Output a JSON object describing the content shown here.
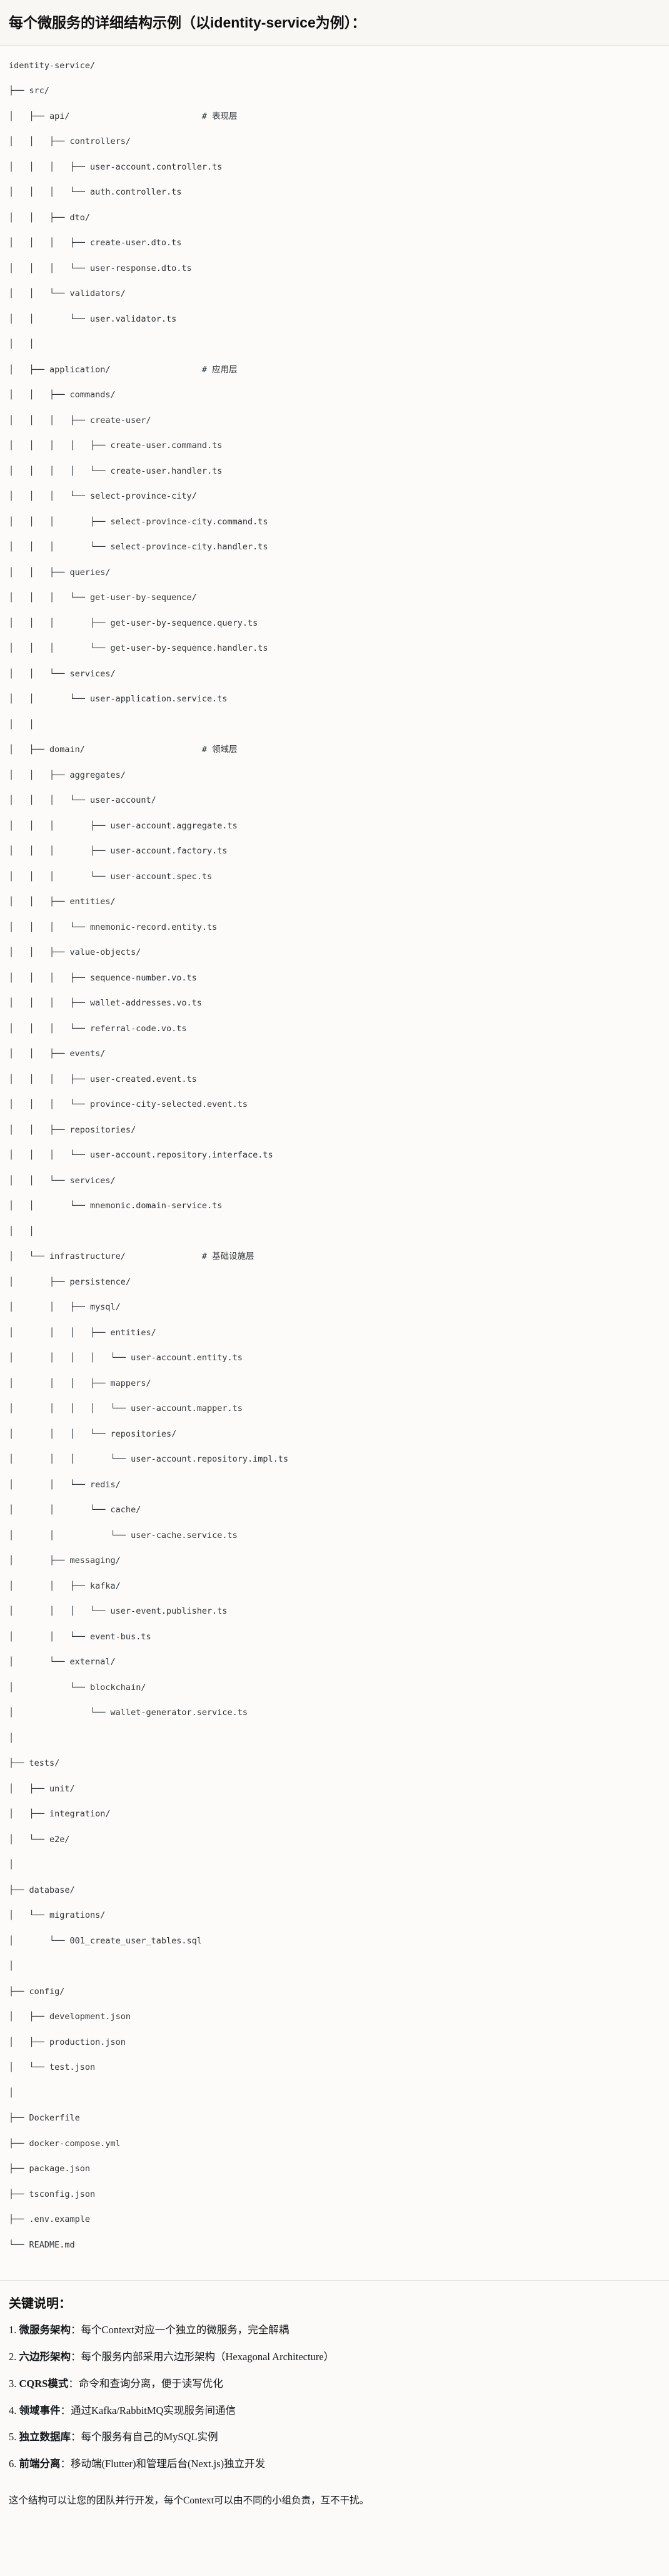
{
  "header": {
    "title": "每个微服务的详细结构示例（以identity-service为例）："
  },
  "tree": {
    "root": "identity-service/",
    "lines": [
      "identity-service/",
      "├── src/",
      "│   ├── api/                          # 表现层",
      "│   │   ├── controllers/",
      "│   │   │   ├── user-account.controller.ts",
      "│   │   │   └── auth.controller.ts",
      "│   │   ├── dto/",
      "│   │   │   ├── create-user.dto.ts",
      "│   │   │   └── user-response.dto.ts",
      "│   │   └── validators/",
      "│   │       └── user.validator.ts",
      "│   │",
      "│   ├── application/                  # 应用层",
      "│   │   ├── commands/",
      "│   │   │   ├── create-user/",
      "│   │   │   │   ├── create-user.command.ts",
      "│   │   │   │   └── create-user.handler.ts",
      "│   │   │   └── select-province-city/",
      "│   │   │       ├── select-province-city.command.ts",
      "│   │   │       └── select-province-city.handler.ts",
      "│   │   ├── queries/",
      "│   │   │   └── get-user-by-sequence/",
      "│   │   │       ├── get-user-by-sequence.query.ts",
      "│   │   │       └── get-user-by-sequence.handler.ts",
      "│   │   └── services/",
      "│   │       └── user-application.service.ts",
      "│   │",
      "│   ├── domain/                       # 领域层",
      "│   │   ├── aggregates/",
      "│   │   │   └── user-account/",
      "│   │   │       ├── user-account.aggregate.ts",
      "│   │   │       ├── user-account.factory.ts",
      "│   │   │       └── user-account.spec.ts",
      "│   │   ├── entities/",
      "│   │   │   └── mnemonic-record.entity.ts",
      "│   │   ├── value-objects/",
      "│   │   │   ├── sequence-number.vo.ts",
      "│   │   │   ├── wallet-addresses.vo.ts",
      "│   │   │   └── referral-code.vo.ts",
      "│   │   ├── events/",
      "│   │   │   ├── user-created.event.ts",
      "│   │   │   └── province-city-selected.event.ts",
      "│   │   ├── repositories/",
      "│   │   │   └── user-account.repository.interface.ts",
      "│   │   └── services/",
      "│   │       └── mnemonic.domain-service.ts",
      "│   │",
      "│   └── infrastructure/               # 基础设施层",
      "│       ├── persistence/",
      "│       │   ├── mysql/",
      "│       │   │   ├── entities/",
      "│       │   │   │   └── user-account.entity.ts",
      "│       │   │   ├── mappers/",
      "│       │   │   │   └── user-account.mapper.ts",
      "│       │   │   └── repositories/",
      "│       │   │       └── user-account.repository.impl.ts",
      "│       │   └── redis/",
      "│       │       └── cache/",
      "│       │           └── user-cache.service.ts",
      "│       ├── messaging/",
      "│       │   ├── kafka/",
      "│       │   │   └── user-event.publisher.ts",
      "│       │   └── event-bus.ts",
      "│       └── external/",
      "│           └── blockchain/",
      "│               └── wallet-generator.service.ts",
      "│",
      "├── tests/",
      "│   ├── unit/",
      "│   ├── integration/",
      "│   └── e2e/",
      "│",
      "├── database/",
      "│   └── migrations/",
      "│       └── 001_create_user_tables.sql",
      "│",
      "├── config/",
      "│   ├── development.json",
      "│   ├── production.json",
      "│   └── test.json",
      "│",
      "├── Dockerfile",
      "├── docker-compose.yml",
      "├── package.json",
      "├── tsconfig.json",
      "├── .env.example",
      "└── README.md"
    ]
  },
  "notes": {
    "title": "关键说明：",
    "items": [
      {
        "num": "1.",
        "lead": "微服务架构",
        "text": "：每个Context对应一个独立的微服务，完全解耦"
      },
      {
        "num": "2.",
        "lead": "六边形架构",
        "text": "：每个服务内部采用六边形架构（Hexagonal Architecture）"
      },
      {
        "num": "3.",
        "lead": "CQRS模式",
        "text": "：命令和查询分离，便于读写优化"
      },
      {
        "num": "4.",
        "lead": "领域事件",
        "text": "：通过Kafka/RabbitMQ实现服务间通信"
      },
      {
        "num": "5.",
        "lead": "独立数据库",
        "text": "：每个服务有自己的MySQL实例"
      },
      {
        "num": "6.",
        "lead": "前端分离",
        "text": "：移动端(Flutter)和管理后台(Next.js)独立开发"
      }
    ],
    "closing": "这个结构可以让您的团队并行开发，每个Context可以由不同的小组负责，互不干扰。"
  }
}
